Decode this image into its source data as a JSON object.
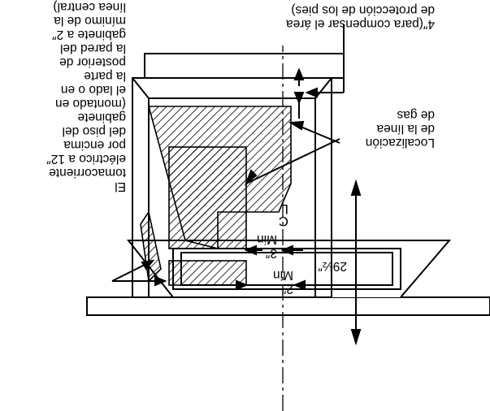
{
  "labels": {
    "outlet": "El\ntomacorriente\neléctrico a 12″\npor encima\ndel piso del\ngabinete\n(montado en\nel lado o en\nla parte\nposterior de\nla pared del\ngabinete a 2″\nmínimo de la\nlínea central)",
    "gas": "Localización\nde la línea\nde gas",
    "toekick": "4″(para compensar el área\nde protección de los pies)",
    "min3": "3″\nMin",
    "min2": "2″\nMin",
    "height": "29½″",
    "centerline": "C\nL"
  }
}
